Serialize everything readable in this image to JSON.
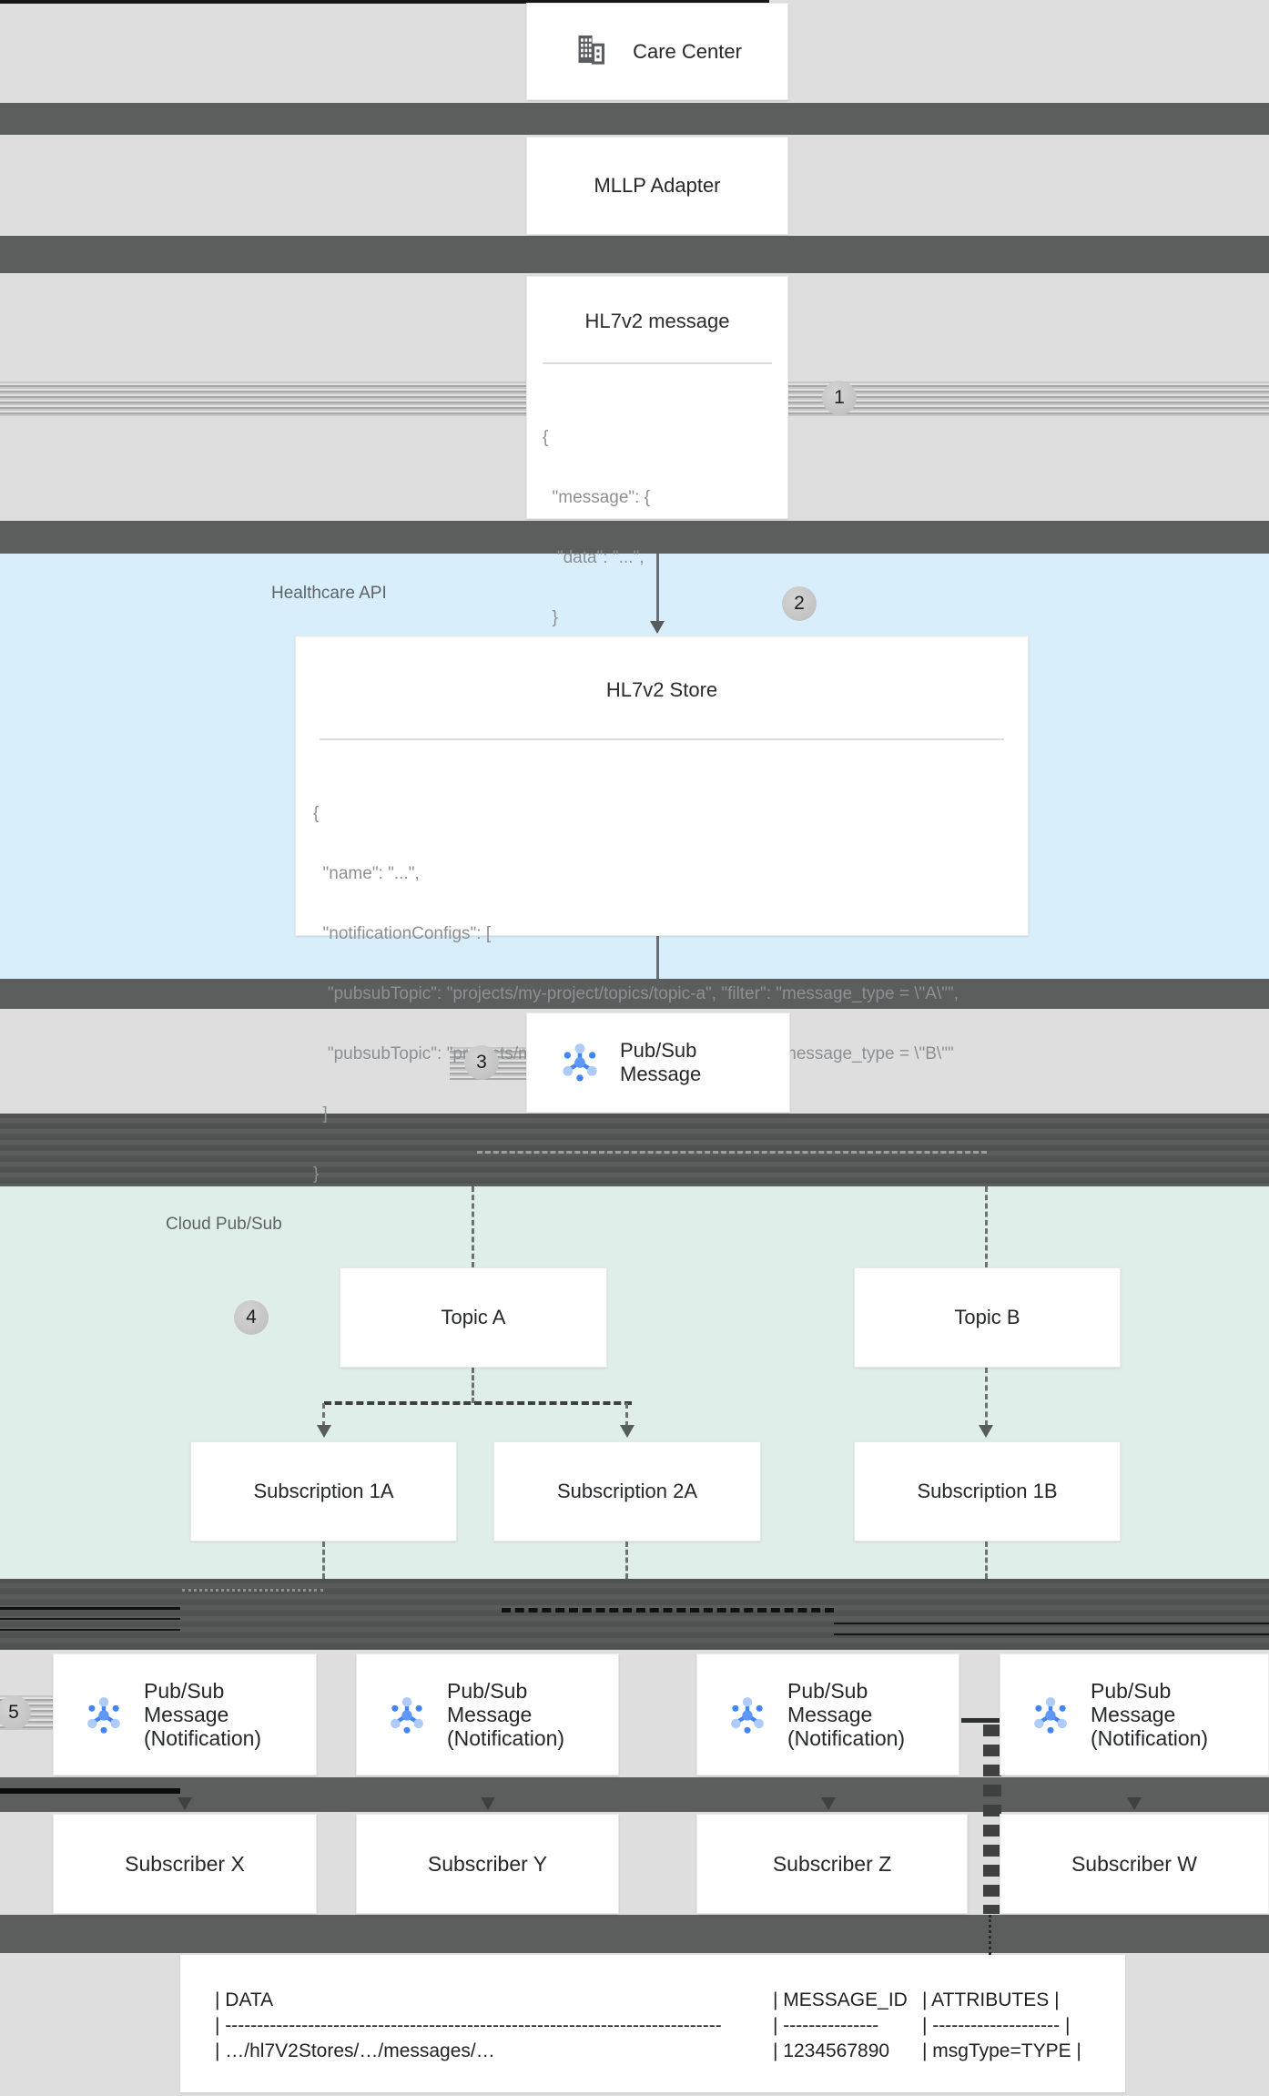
{
  "steps": [
    "1",
    "2",
    "3",
    "4",
    "5"
  ],
  "care_center": {
    "label": "Care Center"
  },
  "mllp_adapter": {
    "label": "MLLP Adapter"
  },
  "hl7v2_message": {
    "title": "HL7v2 message",
    "code": [
      "{",
      "  \"message\": {",
      "   \"data\": \"...\",",
      "  }",
      "}"
    ]
  },
  "healthcare_api": {
    "label": "Healthcare API",
    "store": {
      "title": "HL7v2 Store",
      "code": [
        "{",
        "  \"name\": \"...\",",
        "  \"notificationConfigs\": [",
        "   \"pubsubTopic\": \"projects/my-project/topics/topic-a\", \"filter\": \"message_type = \\\"A\\\"\",",
        "   \"pubsubTopic\": \"projects/my-project/topics/topic-b\", \"filter\": \"message_type = \\\"B\\\"\"",
        "  ]",
        "}"
      ]
    }
  },
  "pubsub_message": {
    "line1": "Pub/Sub",
    "line2": "Message"
  },
  "cloud_pubsub": {
    "label": "Cloud Pub/Sub",
    "topics": [
      {
        "label": "Topic A"
      },
      {
        "label": "Topic B"
      }
    ],
    "subscriptions": [
      {
        "label": "Subscription 1A"
      },
      {
        "label": "Subscription 2A"
      },
      {
        "label": "Subscription 1B"
      }
    ]
  },
  "notifications": [
    {
      "line1": "Pub/Sub",
      "line2": "Message",
      "line3": "(Notification)"
    },
    {
      "line1": "Pub/Sub",
      "line2": "Message",
      "line3": "(Notification)"
    },
    {
      "line1": "Pub/Sub",
      "line2": "Message",
      "line3": "(Notification)"
    },
    {
      "line1": "Pub/Sub",
      "line2": "Message",
      "line3": "(Notification)"
    }
  ],
  "subscribers": [
    {
      "label": "Subscriber X"
    },
    {
      "label": "Subscriber Y"
    },
    {
      "label": "Subscriber Z"
    },
    {
      "label": "Subscriber W"
    }
  ],
  "message_table": {
    "header": {
      "data": "| DATA",
      "id": "| MESSAGE_ID",
      "attrs": "| ATTRIBUTES |"
    },
    "divider": {
      "data": "| ------------------------------------------------------------------------------",
      "id": "| ---------------",
      "attrs": "| -------------------- |"
    },
    "row": {
      "data": "| …/hl7V2Stores/…/messages/…",
      "id": "| 1234567890",
      "attrs": "| msgType=TYPE |"
    }
  },
  "colors": {
    "healthcare_region": "#d8effb",
    "pubsub_region": "#dfeee8",
    "band": "#5c5d5d",
    "pubsub_blue": "#4285f4",
    "pubsub_light_blue": "#aecbfa"
  }
}
